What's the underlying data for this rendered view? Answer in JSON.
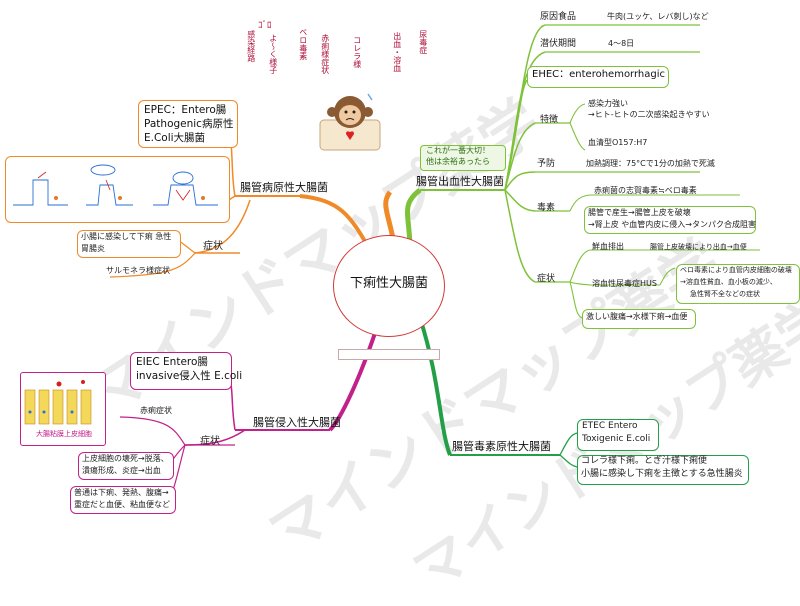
{
  "center": {
    "title": "下痢性大腸菌"
  },
  "watermarks": [
    "マインドマップ薬学",
    "マインドマップ薬学",
    "マインドマップ薬学"
  ],
  "ehec": {
    "label": "腸管出血性大腸菌",
    "note_line1": "これが一番大切！",
    "note_line2": "他は余裕あったら",
    "source_label": "原因食品",
    "source_value": "牛肉(ユッケ、レバ刺し)など",
    "incubation_label": "潜伏期間",
    "incubation_value": "4〜8日",
    "abbr": "EHEC：enterohemorrhagic",
    "features_label": "特徴",
    "features_1": "感染力強い",
    "features_2": "→ヒト‐ヒトの二次感染起きやすい",
    "features_3": "血清型O157:H7",
    "prevention_label": "予防",
    "prevention_value": "加熱調理：75°Cで1分の加熱で死滅",
    "toxin_label": "毒素",
    "toxin_1": "赤痢菌の志賀毒素≒ベロ毒素",
    "toxin_2": "腸管で産生→腸管上皮を破壊",
    "toxin_3": "→腎上皮 や血管内皮に侵入→タンパク合成阻害",
    "symptom_label": "症状",
    "symptom_1": "鮮血排出",
    "symptom_1_detail": "腸管上皮破壊により出血→血便",
    "symptom_2": "溶血性尿毒症HUS",
    "symptom_2_d1": "ベロ毒素により血管内皮細胞の破壊",
    "symptom_2_d2": "→溶血性貧血、血小板の減少、",
    "symptom_2_d3": "急性腎不全などの症状",
    "symptom_3": "激しい腹痛→水様下痢→血便"
  },
  "epec": {
    "label": "腸管病原性大腸菌",
    "box_1": "EPEC：Entero腸",
    "box_2": "Pathogenic病原性",
    "box_3": "E.Coli大腸菌",
    "symptom_label": "症状",
    "symptom_1": "小腸に感染して下痢 急性",
    "symptom_2": "胃腸炎",
    "symptom_3": "サルモネラ様症状"
  },
  "eiec": {
    "label": "腸管侵入性大腸菌",
    "box_1": "EIEC Entero腸",
    "box_2": "invasive侵入性 E.coli",
    "symptom_label": "症状",
    "symptom_1": "赤痢症状",
    "symptom_2": "上皮細胞の壊死→脱落、",
    "symptom_3": "潰瘍形成、炎症→出血",
    "symptom_4": "普通は下痢、発熱、腹痛→",
    "symptom_5": "重症だと血便、粘血便など",
    "figure_label": "大腸粘膜上皮細胞"
  },
  "etec": {
    "label": "腸管毒素原性大腸菌",
    "box_1": "ETEC Entero",
    "box_2": "Toxigenic E.coli",
    "desc_1": "コレラ様下痢。とぎ汁様下痢便",
    "desc_2": "小腸に感染し下痢を主徴とする急性腸炎"
  },
  "colors": {
    "orange": "#f08a28",
    "green": "#7ec23a",
    "purple": "#c2208a",
    "darkgreen": "#23a047",
    "accent_red": "#b0103a"
  },
  "icons": [
    "monkey-sick-icon"
  ]
}
